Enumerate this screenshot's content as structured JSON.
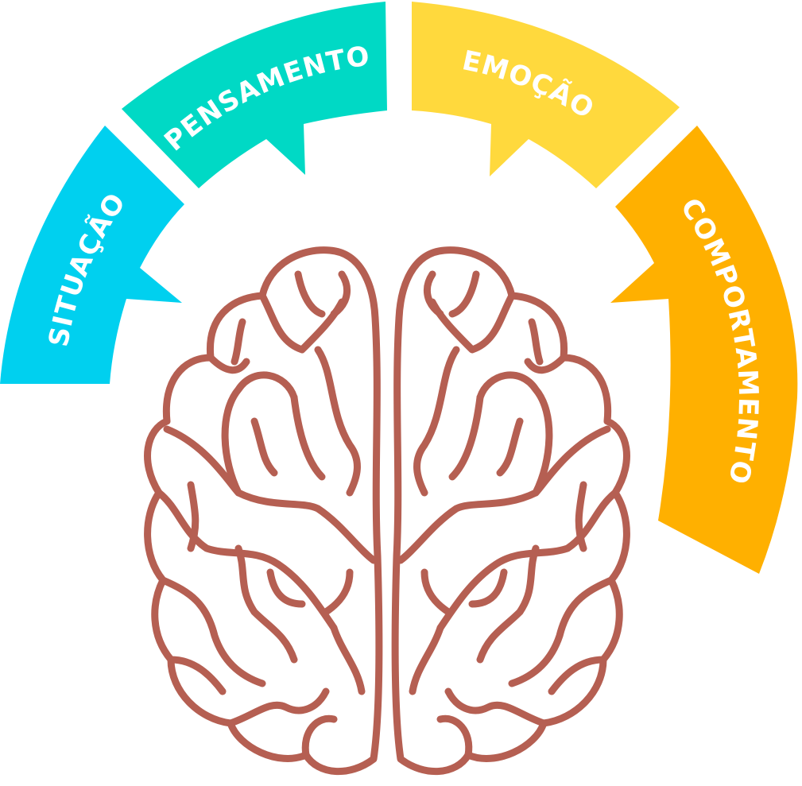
{
  "segments": [
    {
      "id": "situacao",
      "label": "SITUAÇÃO",
      "color": "#00d0ef"
    },
    {
      "id": "pensamento",
      "label": "PENSAMENTO",
      "color": "#00d9c5"
    },
    {
      "id": "emocao",
      "label": "EMOÇÃO",
      "color": "#ffd93d"
    },
    {
      "id": "comportamento",
      "label": "COMPORTAMENTO",
      "color": "#ffb000"
    }
  ],
  "brain": {
    "icon": "brain-icon",
    "color": "#b55f52"
  }
}
